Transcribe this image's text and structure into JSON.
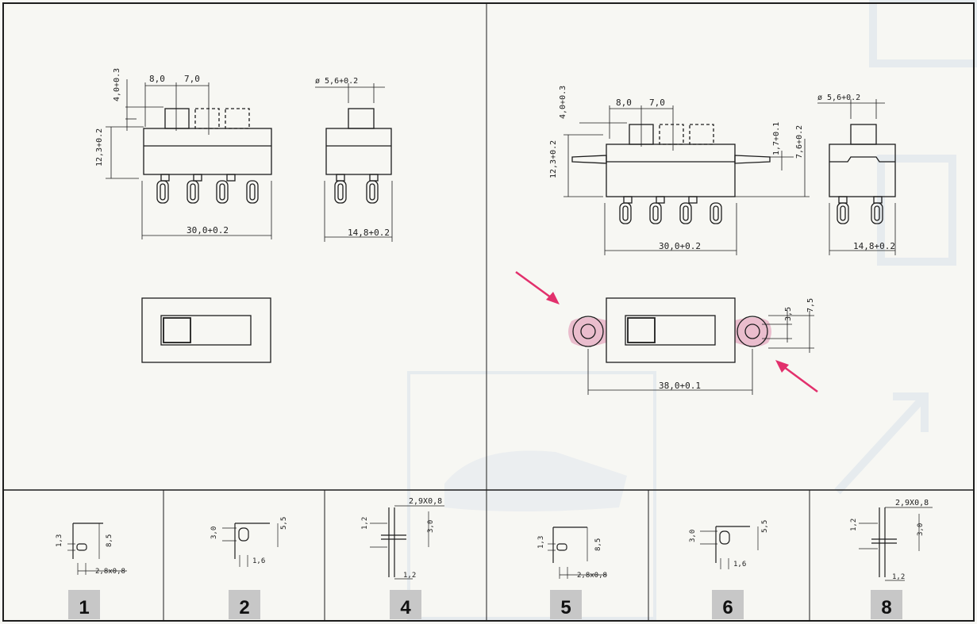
{
  "colors": {
    "paper": "#f7f7f3",
    "ink": "#1d1d1d",
    "highlight": "#e5a9c0",
    "arrow": "#e2306c",
    "badge": "#c7c7c7",
    "watermark": "#e6ebee"
  },
  "top_left": {
    "dims": [
      "8,0",
      "7,0",
      "4,0+0.3",
      "12,3+0.2",
      "ø 5,6+0.2",
      "30,0+0.2",
      "14,8+0.2"
    ]
  },
  "top_right": {
    "dims": [
      "8,0",
      "7,0",
      "4,0+0.3",
      "12,3+0.2",
      "1,7+0.1",
      "7,6+0.2",
      "ø 5,6+0.2",
      "30,0+0.2",
      "14,8+0.2",
      "3,5",
      "7,5",
      "38,0+0.1"
    ]
  },
  "bottom_panels": [
    {
      "number": "1",
      "dims": [
        "1,3",
        "8,5",
        "2,8x0,8"
      ]
    },
    {
      "number": "2",
      "dims": [
        "3,0",
        "5,5",
        "1,6"
      ]
    },
    {
      "number": "4",
      "dims": [
        "2,9X0,8",
        "1,2",
        "3,0",
        "1,2"
      ]
    },
    {
      "number": "5",
      "dims": [
        "1,3",
        "8,5",
        "2,8x0,8"
      ]
    },
    {
      "number": "6",
      "dims": [
        "3,0",
        "5,5",
        "1,6"
      ]
    },
    {
      "number": "8",
      "dims": [
        "2,9X0,8",
        "1,2",
        "3,0",
        "1,2"
      ]
    }
  ]
}
